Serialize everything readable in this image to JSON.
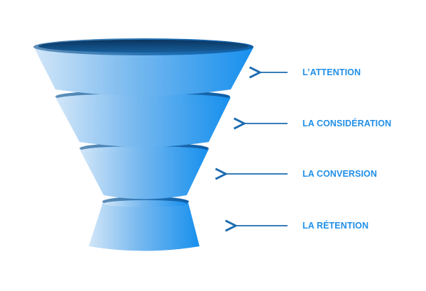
{
  "colors": {
    "funnel_light": "#cfe4f7",
    "funnel_mid": "#74b6ee",
    "funnel_dark": "#1a93ef",
    "funnel_rim": "#0f5c9c",
    "funnel_opening": "#0b3f70",
    "arrow": "#1c6bb0",
    "label": "#1f8fe8"
  },
  "stages": [
    {
      "label": "L’ATTENTION"
    },
    {
      "label": "LA CONSIDÉRATION"
    },
    {
      "label": "LA CONVERSION"
    },
    {
      "label": "LA RÉTENTION"
    }
  ]
}
